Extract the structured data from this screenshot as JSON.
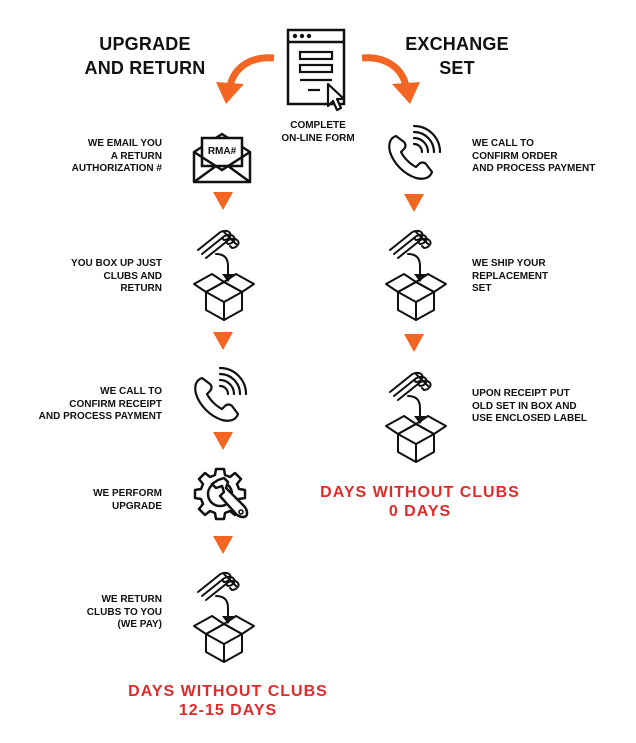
{
  "headings": {
    "left": [
      "UPGRADE",
      "AND RETURN"
    ],
    "right": [
      "EXCHANGE",
      "SET"
    ]
  },
  "form": {
    "label": [
      "COMPLETE",
      "ON-LINE FORM"
    ]
  },
  "left_steps": [
    {
      "lines": [
        "WE EMAIL YOU",
        "A RETURN",
        "AUTHORIZATION #"
      ],
      "icon": "envelope-icon",
      "badge": "RMA#"
    },
    {
      "lines": [
        "YOU BOX UP JUST",
        "CLUBS AND",
        "RETURN"
      ],
      "icon": "clubs-into-box-icon"
    },
    {
      "lines": [
        "WE CALL TO",
        "CONFIRM RECEIPT",
        "AND PROCESS PAYMENT"
      ],
      "icon": "phone-icon"
    },
    {
      "lines": [
        "WE PERFORM",
        "UPGRADE"
      ],
      "icon": "gear-wrench-icon"
    },
    {
      "lines": [
        "WE RETURN",
        "CLUBS TO YOU",
        "(WE PAY)"
      ],
      "icon": "clubs-into-box-icon"
    }
  ],
  "right_steps": [
    {
      "lines": [
        "WE CALL TO",
        "CONFIRM ORDER",
        "AND PROCESS PAYMENT"
      ],
      "icon": "phone-icon"
    },
    {
      "lines": [
        "WE SHIP YOUR",
        "REPLACEMENT",
        "SET"
      ],
      "icon": "clubs-into-box-icon"
    },
    {
      "lines": [
        "UPON RECEIPT PUT",
        "OLD SET IN BOX AND",
        "USE ENCLOSED LABEL"
      ],
      "icon": "clubs-into-box-icon"
    }
  ],
  "days": {
    "left": [
      "DAYS WITHOUT CLUBS",
      "12-15 DAYS"
    ],
    "right": [
      "DAYS WITHOUT CLUBS",
      "0 DAYS"
    ]
  },
  "colors": {
    "accent": "#f26522",
    "days_text": "#e02b2b",
    "ink": "#111111"
  }
}
